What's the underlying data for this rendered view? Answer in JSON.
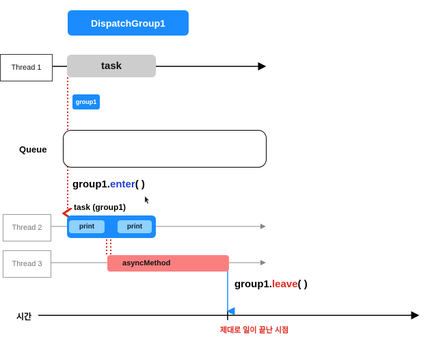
{
  "diagram": {
    "title": "DispatchGroup1",
    "threads": [
      {
        "label": "Thread 1"
      },
      {
        "label": "Thread 2"
      },
      {
        "label": "Thread 3"
      }
    ],
    "task_label": "task",
    "group_chip": "group1",
    "queue_label": "Queue",
    "enter_call": {
      "object": "group1.",
      "method": "enter",
      "suffix": "( )"
    },
    "task_group_label": "task (group1)",
    "print_labels": [
      "print",
      "print"
    ],
    "async_label": "asyncMethod",
    "leave_call": {
      "object": "group1.",
      "method": "leave",
      "suffix": "( )"
    },
    "time_label": "시간",
    "done_label": "제대로 일이 끝난 시점"
  },
  "colors": {
    "accent_blue": "#1a8cff",
    "light_blue": "#8ed0ff",
    "task_gray": "#cdcdcd",
    "async_red": "#fa8080",
    "dotted_red": "#d42a1a",
    "call_blue": "#1c3fd6",
    "call_red": "#e0281e"
  }
}
